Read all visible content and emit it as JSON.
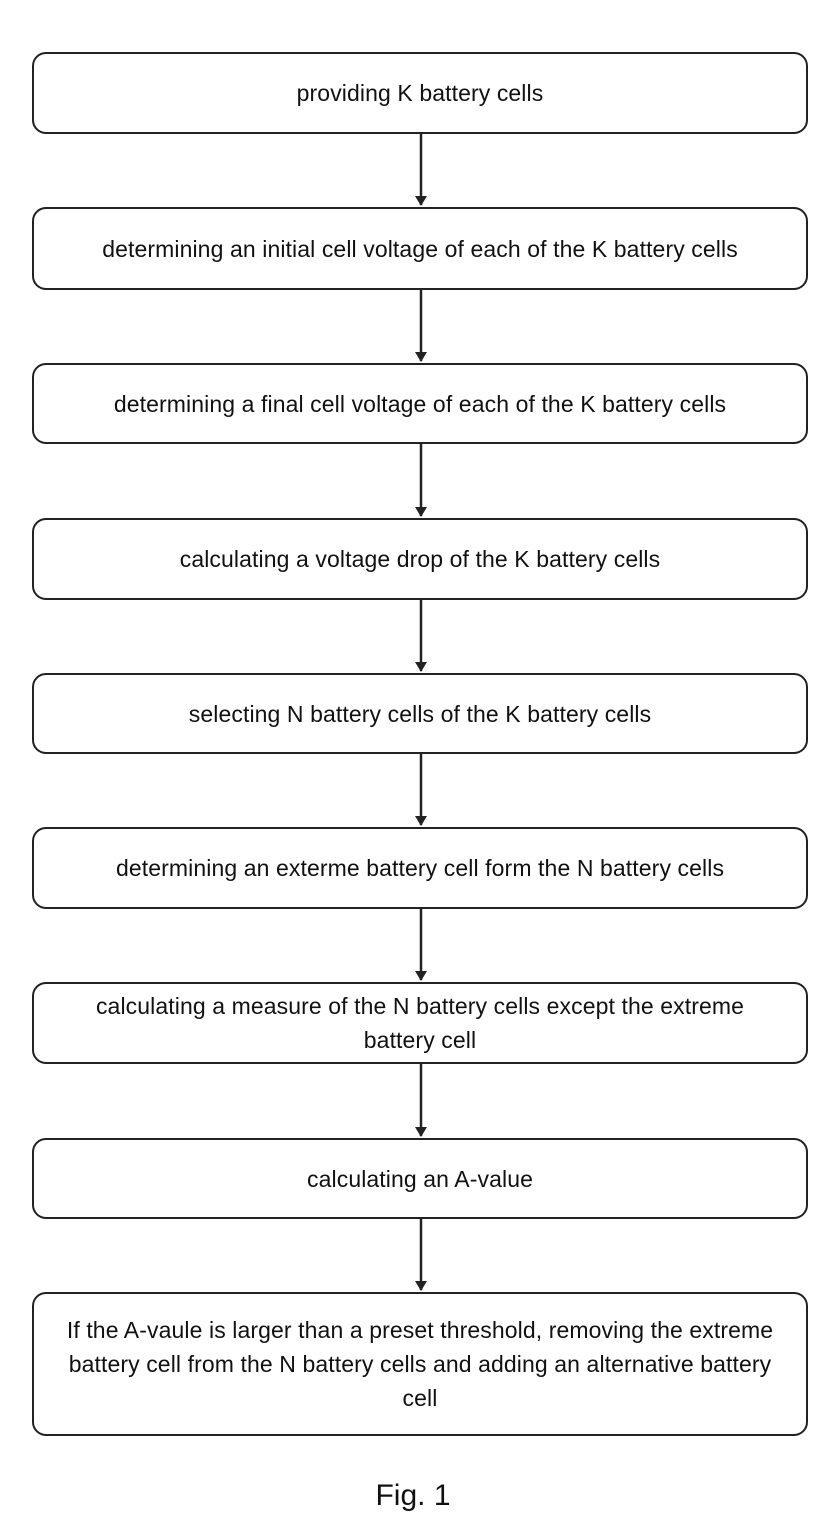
{
  "diagram": {
    "steps": [
      "providing K battery cells",
      "determining an initial cell voltage of each of the K battery cells",
      "determining a final cell voltage of each of the K battery cells",
      "calculating a voltage drop of the K battery cells",
      "selecting N battery cells of the K battery cells",
      "determining an exterme battery cell form the N battery cells",
      "calculating a measure of the N battery cells except the extreme battery cell",
      "calculating an A-value",
      "If the A-vaule is larger than a preset threshold, removing the extreme battery cell from the N battery cells and adding an alternative battery cell"
    ],
    "caption": "Fig. 1",
    "colors": {
      "stroke": "#222222",
      "background": "#ffffff",
      "text": "#111111"
    }
  }
}
